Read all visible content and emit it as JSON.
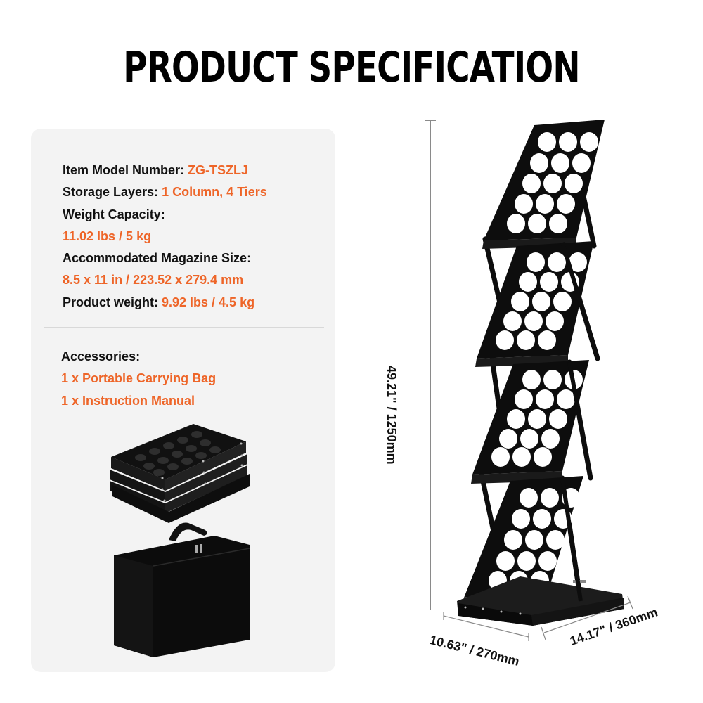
{
  "header": {
    "title": "PRODUCT SPECIFICATION"
  },
  "specs": [
    {
      "label": "Item Model Number: ",
      "value": "ZG-TSZLJ"
    },
    {
      "label": "Storage Layers: ",
      "value": "1 Column, 4 Tiers"
    },
    {
      "label": "Weight Capacity:",
      "value": ""
    },
    {
      "label": "",
      "value": "11.02 lbs / 5 kg"
    },
    {
      "label": "Accommodated Magazine Size:",
      "value": ""
    },
    {
      "label": "",
      "value": "8.5 x 11 in / 223.52 x 279.4 mm"
    },
    {
      "label": "Product weight: ",
      "value": "9.92 lbs / 4.5 kg"
    }
  ],
  "accessories": {
    "heading": "Accessories:",
    "items": [
      "1 x Portable Carrying Bag",
      "1 x Instruction Manual"
    ]
  },
  "dimensions": {
    "height": "49.21\" / 1250mm",
    "depth": "10.63\" / 270mm",
    "width": "14.17\" / 360mm"
  },
  "images": {
    "main": "folding-magazine-rack-icon",
    "folded": "folded-rack-icon",
    "bag": "carrying-bag-icon"
  },
  "colors": {
    "accent": "#ee6528",
    "text": "#111111",
    "panel": "#f3f3f3",
    "product": "#0d0d0d"
  }
}
